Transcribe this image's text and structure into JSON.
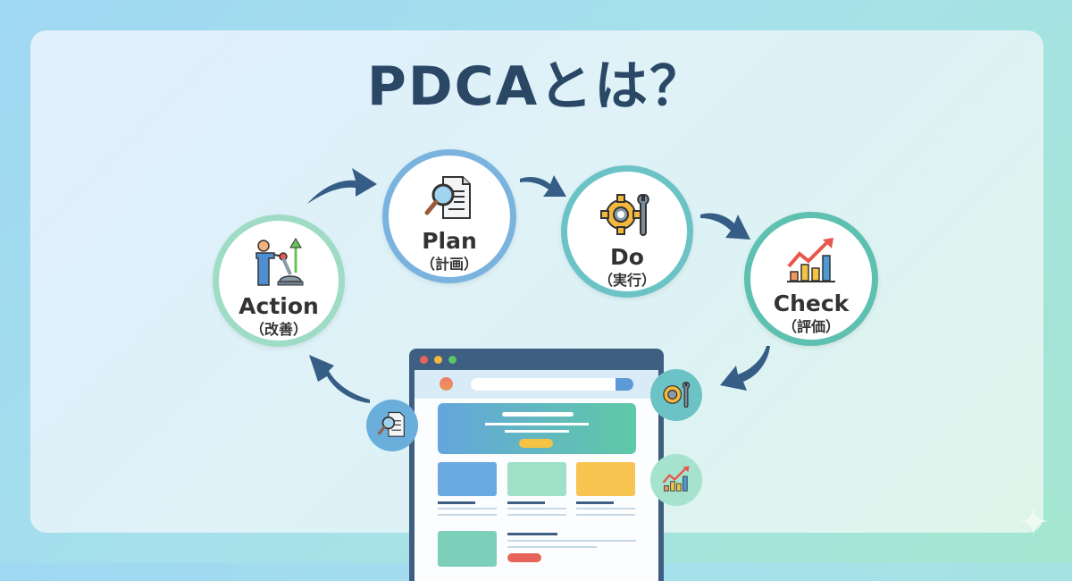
{
  "title": "PDCAとは？",
  "cycle": {
    "plan": {
      "en": "Plan",
      "jp": "（計画）",
      "icon": "document-magnifier-icon",
      "ring_color": "#7ab4de"
    },
    "do": {
      "en": "Do",
      "jp": "（実行）",
      "icon": "gear-wrench-icon",
      "ring_color": "#6cc3c6"
    },
    "check": {
      "en": "Check",
      "jp": "（評価）",
      "icon": "rising-bar-chart-icon",
      "ring_color": "#5ec0b0"
    },
    "action": {
      "en": "Action",
      "jp": "（改善）",
      "icon": "person-lever-icon",
      "ring_color": "#9fdcc5"
    }
  },
  "colors": {
    "title": "#2a4766",
    "arrow": "#355d86",
    "browser_frame": "#3f5f82"
  },
  "browser": {
    "dots": [
      "#e8645a",
      "#f2b53f",
      "#5cc46a"
    ]
  }
}
